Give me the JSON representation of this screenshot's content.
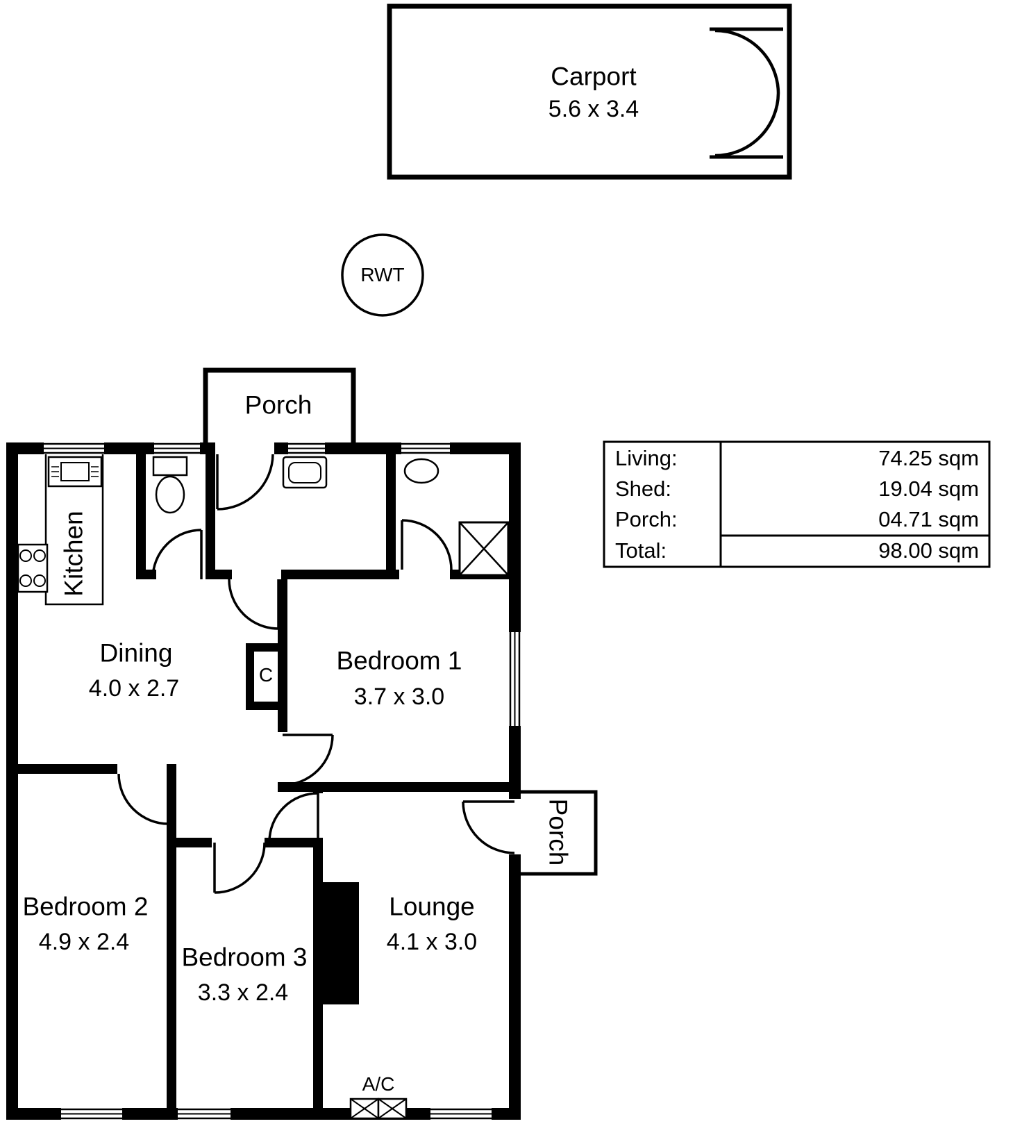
{
  "carport": {
    "name": "Carport",
    "dims": "5.6 x 3.4"
  },
  "rwt_label": "RWT",
  "porch_top_label": "Porch",
  "porch_right_label": "Porch",
  "rooms": {
    "kitchen": {
      "name": "Kitchen"
    },
    "dining": {
      "name": "Dining",
      "dims": "4.0 x 2.7"
    },
    "bedroom1": {
      "name": "Bedroom 1",
      "dims": "3.7 x 3.0"
    },
    "bedroom2": {
      "name": "Bedroom 2",
      "dims": "4.9 x 2.4"
    },
    "bedroom3": {
      "name": "Bedroom 3",
      "dims": "3.3 x 2.4"
    },
    "lounge": {
      "name": "Lounge",
      "dims": "4.1 x 3.0"
    },
    "closet": {
      "name": "C"
    },
    "ac": {
      "name": "A/C"
    }
  },
  "area_table": {
    "rows": [
      {
        "label": "Living:",
        "value": "74.25 sqm"
      },
      {
        "label": "Shed:",
        "value": "19.04 sqm"
      },
      {
        "label": "Porch:",
        "value": "04.71 sqm"
      },
      {
        "label": "Total:",
        "value": "98.00 sqm"
      }
    ]
  },
  "colors": {
    "wall": "#000000",
    "background": "#ffffff"
  }
}
